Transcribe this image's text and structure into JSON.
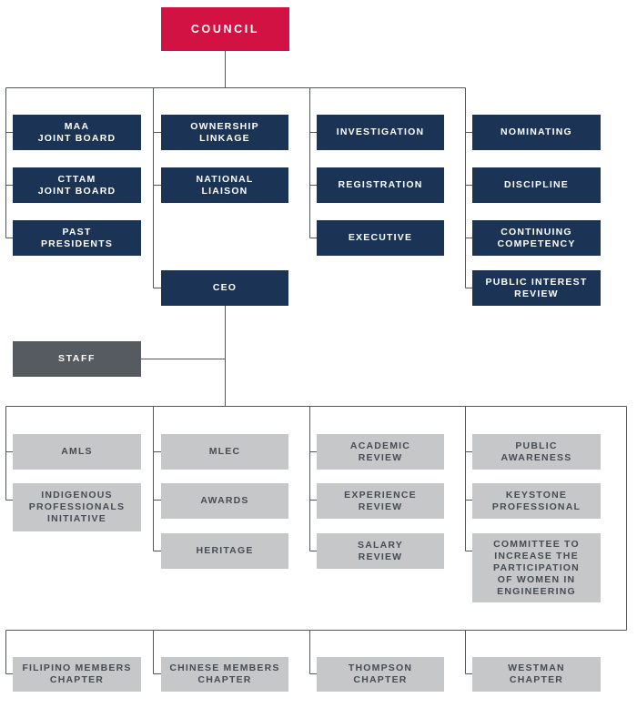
{
  "colors": {
    "council_red": "#d11243",
    "committee_navy": "#1b3455",
    "staff_gray": "#565b61",
    "subcommittee_gray": "#c5c7c9",
    "subcommittee_text": "#464c53",
    "connector_gray": "#54585a",
    "background": "#ffffff"
  },
  "nodes": {
    "council": "COUNCIL",
    "maa_joint_board": "MAA\nJOINT BOARD",
    "cttam_joint_board": "CTTAM\nJOINT BOARD",
    "past_presidents": "PAST\nPRESIDENTS",
    "ownership_linkage": "OWNERSHIP\nLINKAGE",
    "national_liaison": "NATIONAL\nLIAISON",
    "investigation": "INVESTIGATION",
    "registration": "REGISTRATION",
    "executive": "EXECUTIVE",
    "nominating": "NOMINATING",
    "discipline": "DISCIPLINE",
    "continuing_competency": "CONTINUING\nCOMPETENCY",
    "public_interest_review": "PUBLIC INTEREST\nREVIEW",
    "ceo": "CEO",
    "staff": "STAFF",
    "amls": "AMLS",
    "indigenous_professionals_initiative": "INDIGENOUS\nPROFESSIONALS\nINITIATIVE",
    "mlec": "MLEC",
    "awards": "AWARDS",
    "heritage": "HERITAGE",
    "academic_review": "ACADEMIC\nREVIEW",
    "experience_review": "EXPERIENCE\nREVIEW",
    "salary_review": "SALARY\nREVIEW",
    "public_awareness": "PUBLIC\nAWARENESS",
    "keystone_professional": "KEYSTONE\nPROFESSIONAL",
    "women_in_engineering_committee": "COMMITTEE TO\nINCREASE THE\nPARTICIPATION\nOF WOMEN IN\nENGINEERING",
    "filipino_members_chapter": "FILIPINO MEMBERS\nCHAPTER",
    "chinese_members_chapter": "CHINESE MEMBERS\nCHAPTER",
    "thompson_chapter": "THOMPSON\nCHAPTER",
    "westman_chapter": "WESTMAN\nCHAPTER"
  }
}
